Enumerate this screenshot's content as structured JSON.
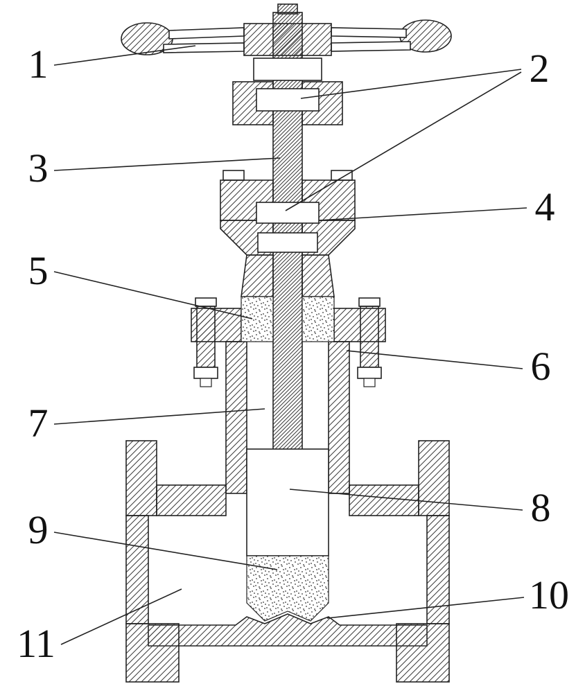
{
  "figure": {
    "kind": "patent-style cross-section diagram",
    "subject": "gate valve with handwheel, stem, bonnet, gate and body",
    "background_color": "#ffffff",
    "line_color": "#222222",
    "hatch_color": "#3a3a3a"
  },
  "labels": [
    {
      "text": "1"
    },
    {
      "text": "2"
    },
    {
      "text": "3"
    },
    {
      "text": "4"
    },
    {
      "text": "5"
    },
    {
      "text": "6"
    },
    {
      "text": "7"
    },
    {
      "text": "8"
    },
    {
      "text": "9"
    },
    {
      "text": "10"
    },
    {
      "text": "11"
    }
  ]
}
